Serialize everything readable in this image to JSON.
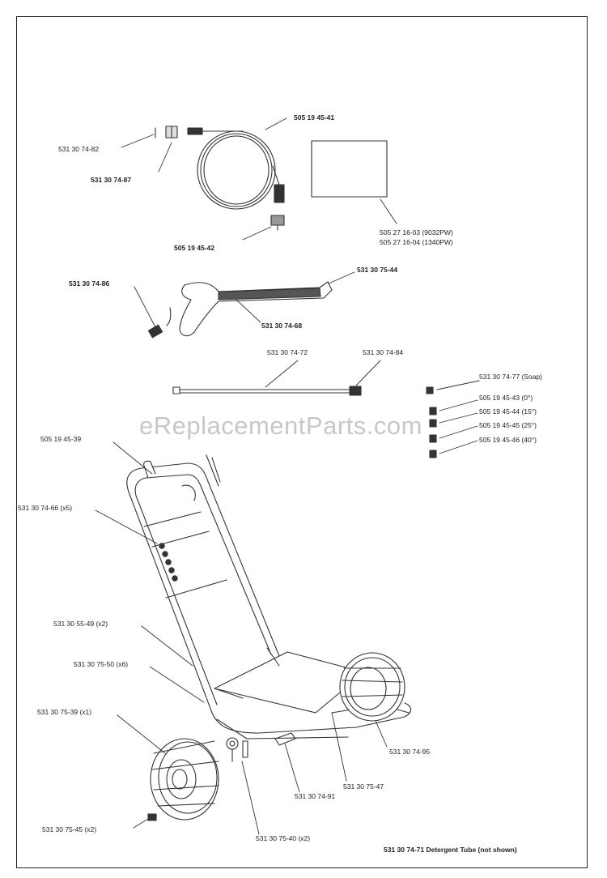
{
  "watermark": "eReplacementParts.com",
  "labels": {
    "l_531_30_74_82": "531 30 74-82",
    "l_531_30_74_87": "531 30 74-87",
    "l_505_19_45_41": "505 19 45-41",
    "l_505_19_45_42": "505 19 45-42",
    "l_manual_1": "505 27 16-03 (9032PW)",
    "l_manual_2": "505 27 16-04 (1340PW)",
    "l_531_30_74_86": "531 30 74-86",
    "l_531_30_75_44": "531 30 75-44",
    "l_531_30_74_68": "531 30 74-68",
    "l_531_30_74_72": "531 30 74-72",
    "l_531_30_74_84": "531 30 74-84",
    "l_531_30_74_77": "531 30 74-77 (Soap)",
    "l_505_19_45_43": "505 19 45-43 (0°)",
    "l_505_19_45_44": "505 19 45-44 (15°)",
    "l_505_19_45_45": "505 19 45-45 (25°)",
    "l_505_19_45_46": "505 19 45-46 (40°)",
    "l_505_19_45_39": "505 19 45-39",
    "l_531_30_74_66": "531 30 74-66 (x5)",
    "l_531_30_55_49": "531 30 55-49 (x2)",
    "l_531_30_75_50": "531 30 75-50 (x6)",
    "l_531_30_75_39": "531 30 75-39 (x1)",
    "l_531_30_74_95": "531 30 74-95",
    "l_531_30_75_47": "531 30 75-47",
    "l_531_30_74_91": "531 30 74-91",
    "l_531_30_75_45": "531 30 75-45 (x2)",
    "l_531_30_75_40": "531 30 75-40 (x2)",
    "l_531_30_74_71": "531 30 74-71 Detergent Tube (not shown)"
  }
}
